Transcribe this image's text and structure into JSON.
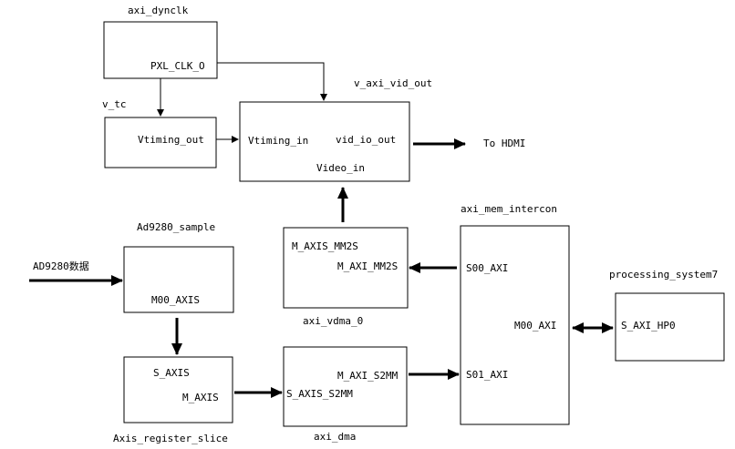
{
  "blocks": {
    "axi_dynclk": {
      "title": "axi_dynclk",
      "ports": {
        "pxl_clk": "PXL_CLK_O"
      }
    },
    "v_tc": {
      "title": "v_tc",
      "ports": {
        "vtiming_out": "Vtiming_out"
      }
    },
    "v_axi_vid_out": {
      "title": "v_axi_vid_out",
      "ports": {
        "vtiming_in": "Vtiming_in",
        "vid_io_out": "vid_io_out",
        "video_in": "Video_in"
      }
    },
    "axi_vdma": {
      "title": "axi_vdma_0",
      "ports": {
        "m_axis_mm2s": "M_AXIS_MM2S",
        "m_axi_mm2s": "M_AXI_MM2S"
      }
    },
    "axi_mem_intercon": {
      "title": "axi_mem_intercon",
      "ports": {
        "s00_axi": "S00_AXI",
        "m00_axi": "M00_AXI",
        "s01_axi": "S01_AXI"
      }
    },
    "processing_system": {
      "title": "processing_system7",
      "ports": {
        "s_axi_hp0": "S_AXI_HP0"
      }
    },
    "ad9280_sample": {
      "title": "Ad9280_sample",
      "ports": {
        "m00_axis": "M00_AXIS"
      }
    },
    "axis_register_slice": {
      "title": "Axis_register_slice",
      "ports": {
        "s_axis": "S_AXIS",
        "m_axis": "M_AXIS"
      }
    },
    "axi_dma": {
      "title": "axi_dma",
      "ports": {
        "m_axi_s2mm": "M_AXI_S2MM",
        "s_axis_s2mm": "S_AXIS_S2MM"
      }
    }
  },
  "external": {
    "hdmi": "To HDMI",
    "ad9280_input": "AD9280数据"
  }
}
